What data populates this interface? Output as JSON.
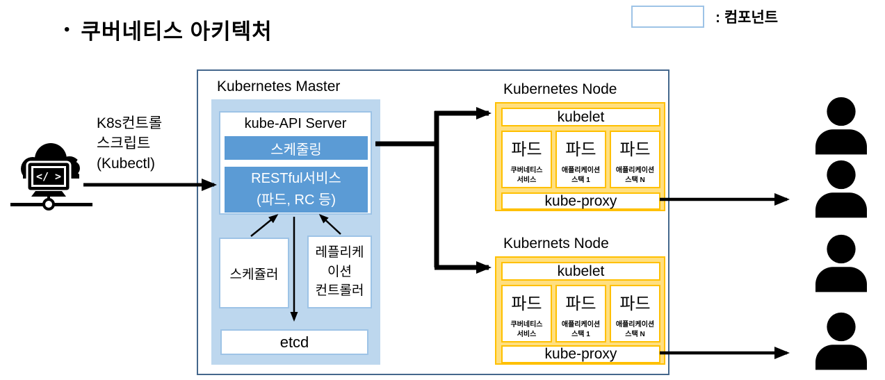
{
  "title": {
    "bullet": "•",
    "text": "쿠버네티스 아키텍처"
  },
  "legend": {
    "label": ":  컴포넌트"
  },
  "kubectl": {
    "label": "K8s컨트롤\n스크립트\n(Kubectl)"
  },
  "master": {
    "title": "Kubernetes Master",
    "api_server": {
      "title": "kube-API Server",
      "scheduling": "스케줄링",
      "restful": "RESTful서비스\n(파드, RC 등)"
    },
    "scheduler": "스케쥴러",
    "replication_controller": "레플리케\n이션\n컨트롤러",
    "etcd": "etcd"
  },
  "nodes": [
    {
      "title": "Kubernetes Node",
      "kubelet": "kubelet",
      "kube_proxy": "kube-proxy",
      "pods": [
        {
          "title": "파드",
          "subtitle": "쿠버네티스\n서비스"
        },
        {
          "title": "파드",
          "subtitle": "애플리케이션\n스택 1"
        },
        {
          "title": "파드",
          "subtitle": "애플리케이션\n스택 N"
        }
      ]
    },
    {
      "title": "Kubernets Node",
      "kubelet": "kubelet",
      "kube_proxy": "kube-proxy",
      "pods": [
        {
          "title": "파드",
          "subtitle": "쿠버네티스\n서비스"
        },
        {
          "title": "파드",
          "subtitle": "애플리케이션\n스택 1"
        },
        {
          "title": "파드",
          "subtitle": "애플리케이션\n스택 N"
        }
      ]
    }
  ],
  "users": {
    "count": 4,
    "icon": "person-icon"
  },
  "icons": {
    "kubectl": "cloud-terminal-icon"
  },
  "colors": {
    "master_fill": "#BDD7EE",
    "component_blue": "#5B9BD5",
    "master_box_border": "#9DC3E6",
    "node_fill": "#FFDF80",
    "node_border": "#FFC000",
    "outer_border": "#44678C",
    "arrow": "#000000",
    "text": "#000000"
  }
}
